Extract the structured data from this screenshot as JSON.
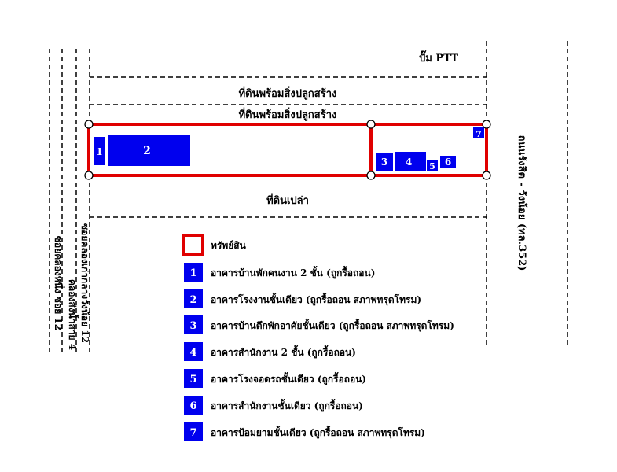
{
  "labels": {
    "ptt": "ปั๊ม PTT",
    "land_building_top": "ที่ดินพร้อมสิ่งปลูกสร้าง",
    "land_building_main": "ที่ดินพร้อมสิ่งปลูกสร้าง",
    "vacant_land": "ที่ดินเปล่า",
    "road_right": "ถนนรังสิต - วังน้อย (ทล.352)",
    "soi_left_1": "ซอยคลองหนึ่ง ซอย 12",
    "soi_left_2": "คลองส่งน้ำสาย 4",
    "soi_left_3": "ซอยคลองเก่ากลางวังน้อย 12"
  },
  "buildings": [
    {
      "id": "1"
    },
    {
      "id": "2"
    },
    {
      "id": "3"
    },
    {
      "id": "4"
    },
    {
      "id": "5"
    },
    {
      "id": "6"
    },
    {
      "id": "7"
    }
  ],
  "legend": {
    "asset_label": "ทรัพย์สิน",
    "items": [
      {
        "num": "1",
        "text": "อาคารบ้านพักคนงาน 2 ชั้น (ถูกรื้อถอน)"
      },
      {
        "num": "2",
        "text": "อาคารโรงงานชั้นเดียว (ถูกรื้อถอน สภาพทรุดโทรม)"
      },
      {
        "num": "3",
        "text": "อาคารบ้านตึกพักอาศัยชั้นเดียว (ถูกรื้อถอน สภาพทรุดโทรม)"
      },
      {
        "num": "4",
        "text": "อาคารสำนักงาน 2 ชั้น (ถูกรื้อถอน)"
      },
      {
        "num": "5",
        "text": "อาคารโรงจอดรถชั้นเดียว (ถูกรื้อถอน)"
      },
      {
        "num": "6",
        "text": "อาคารสำนักงานชั้นเดียว (ถูกรื้อถอน)"
      },
      {
        "num": "7",
        "text": "อาคารป้อมยามชั้นเดียว (ถูกรื้อถอน สภาพทรุดโทรม)"
      }
    ]
  },
  "colors": {
    "boundary": "#e00000",
    "building": "#0000ee",
    "line": "#000000"
  }
}
